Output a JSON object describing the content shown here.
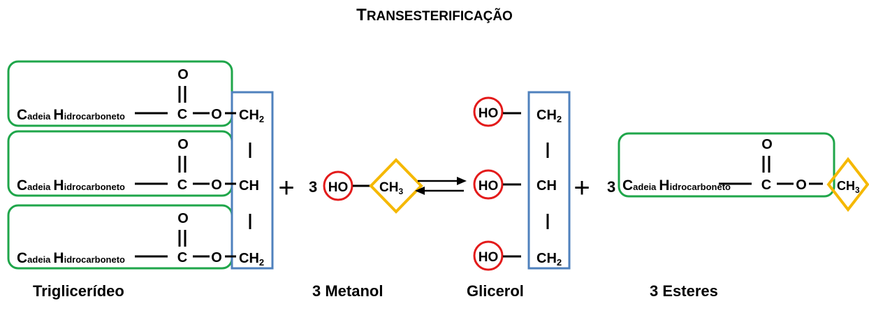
{
  "title": {
    "first_letter": "T",
    "rest": "RANSESTERIFICAÇÃO"
  },
  "chain": {
    "c": "C",
    "c_sub": "adeia",
    "h": "H",
    "h_sub": "idrocarboneto"
  },
  "atoms": {
    "O": "O",
    "C": "C",
    "CH2": "CH",
    "CH": "CH",
    "CH3": "CH",
    "sub2": "2",
    "sub3": "3",
    "HO": "HO"
  },
  "operators": {
    "plus": "+",
    "coef": "3"
  },
  "labels": {
    "triglyceride": "Triglicerídeo",
    "methanol": "3 Metanol",
    "glycerol": "Glicerol",
    "esters": "3 Esteres"
  },
  "colors": {
    "ester_box": "#1fa64a",
    "glycerol_box": "#4f81bd",
    "hydroxyl_circle": "#e31a1a",
    "methyl_diamond": "#f5b800"
  }
}
